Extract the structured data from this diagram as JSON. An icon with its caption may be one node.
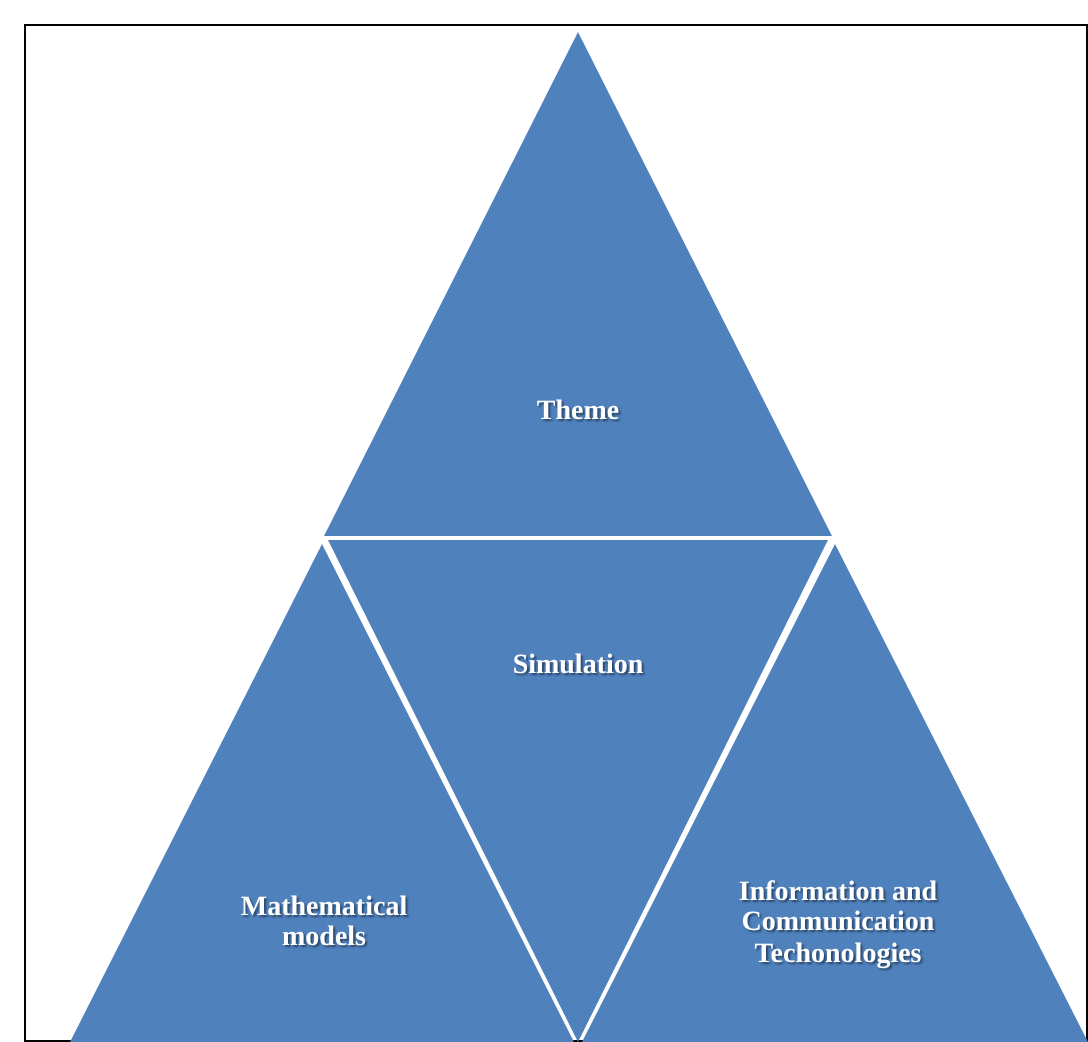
{
  "diagram": {
    "nodes": [
      {
        "text": [
          "Theme"
        ]
      },
      {
        "text": [
          "Simulation"
        ]
      },
      {
        "text": [
          "Mathematical models"
        ]
      },
      {
        "text": [
          "Information and Communication Techonologies"
        ]
      }
    ]
  }
}
